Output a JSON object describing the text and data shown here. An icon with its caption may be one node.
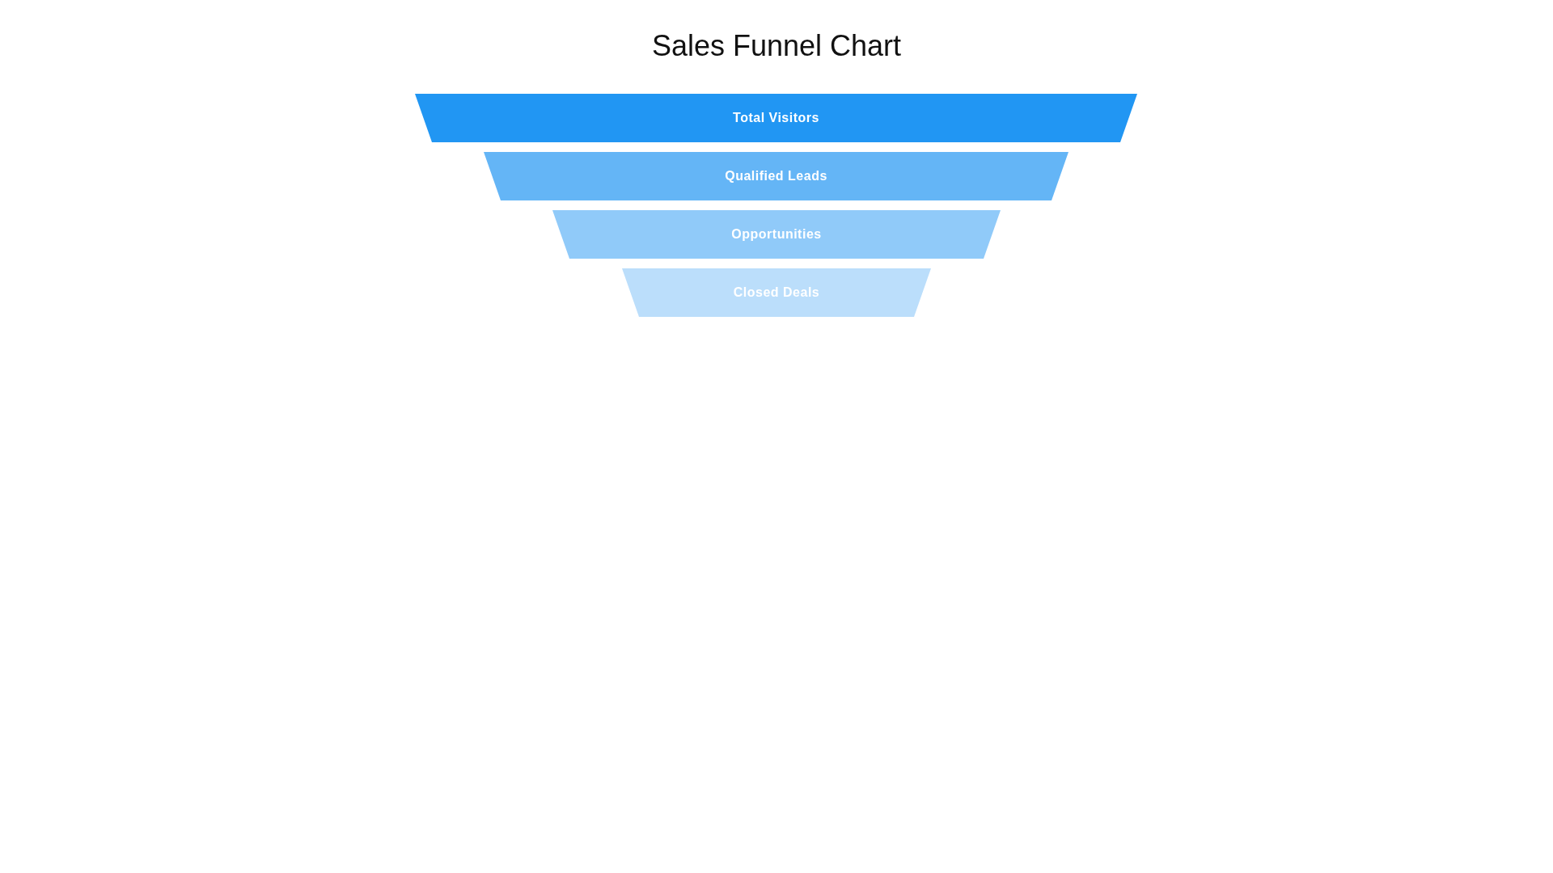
{
  "diagram": {
    "title": "Sales Funnel Chart",
    "nodes": [
      {
        "text": [
          "Total Visitors"
        ]
      },
      {
        "text": [
          "Qualified Leads"
        ]
      },
      {
        "text": [
          "Opportunities"
        ]
      },
      {
        "text": [
          "Closed Deals"
        ]
      }
    ]
  }
}
